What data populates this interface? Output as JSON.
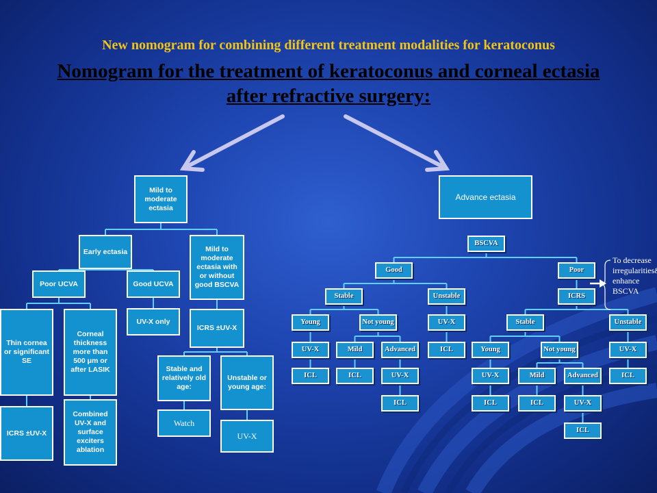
{
  "title": {
    "line1": "New nomogram for combining different treatment modalities for keratoconus",
    "line2": "Nomogram for the treatment of keratoconus and corneal ectasia after refractive surgery:"
  },
  "colors": {
    "node_fill": "#1491cf",
    "node_border": "#ffffff",
    "connector": "#5fd0ff",
    "arrow": "#c8c8ee",
    "title_yellow": "#f0c419"
  },
  "left_tree": {
    "root": "Mild to moderate ectasia",
    "early": "Early ectasia",
    "poor_ucva": "Poor UCVA",
    "good_ucva": "Good UCVA",
    "uvx_only": "UV-X  only",
    "thin_cornea": "Thin cornea or significant SE",
    "icrs_uvx_1": "ICRS  ±UV-X",
    "corneal_thickness": "Corneal thickness more than 500 μm or after LASIK",
    "combined": "Combined UV-X and surface exciters ablation",
    "mild_moderate_bscva": "Mild to moderate ectasia with or without good BSCVA",
    "icrs_uvx_2": "ICRS ±UV-X",
    "stable_old": "Stable and relatively old age:",
    "unstable_young": "Unstable or young age:",
    "watch": "Watch",
    "uvx": "UV-X"
  },
  "right_tree": {
    "root": "Advance ectasia",
    "bscva": "BSCVA",
    "good": "Good",
    "poor": "Poor",
    "good_stable": "Stable",
    "good_unstable": "Unstable",
    "good_young": "Young",
    "good_not_young": "Not young",
    "good_young_uvx": "UV-X",
    "good_young_icl": "ICL",
    "good_mild": "Mild",
    "good_mild_icl": "ICL",
    "good_advanced": "Advanced",
    "good_advanced_uvx": "UV-X",
    "good_advanced_icl": "ICL",
    "good_unstable_uvx": "UV-X",
    "good_unstable_icl": "ICL",
    "icrs": "ICRS",
    "poor_stable": "Stable",
    "poor_unstable": "Unstable",
    "poor_young": "Young",
    "poor_not_young": "Not young",
    "poor_young_uvx": "UV-X",
    "poor_young_icl": "ICL",
    "poor_mild": "Mild",
    "poor_mild_icl": "ICL",
    "poor_advanced": "Advanced",
    "poor_advanced_uvx": "UV-X",
    "poor_advanced_icl": "ICL",
    "poor_unstable_uvx": "UV-X",
    "poor_unstable_icl": "ICL"
  },
  "annotation": "To decrease irregularities& enhance BSCVA"
}
